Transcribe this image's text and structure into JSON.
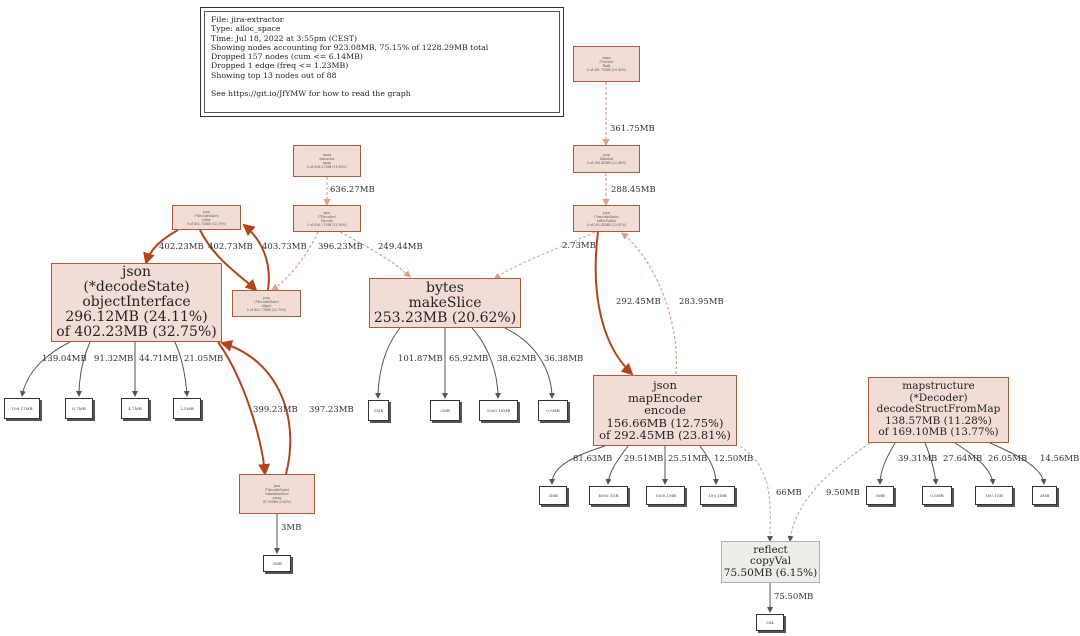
{
  "legend": [
    "File: jira-extractor",
    "Type: alloc_space",
    "Time: Jul 18, 2022 at 3:55pm (CEST)",
    "Showing nodes accounting for 923.08MB, 75.15% of 1228.29MB total",
    "Dropped 157 nodes (cum <= 6.14MB)",
    "Dropped 1 edge (freq <= 1.23MB)",
    "Showing top 13 nodes out of 88",
    "",
    "See https://git.io/JfYMW for how to read the graph"
  ],
  "nodes": {
    "json_object": [
      "json",
      "(*decodeState)",
      "objectInterface",
      "296.12MB (24.11%)",
      "of 402.23MB (32.75%)"
    ],
    "bytes_slice": [
      "bytes",
      "makeSlice",
      "253.23MB (20.62%)"
    ],
    "json_map": [
      "json",
      "mapEncoder",
      "encode",
      "156.66MB (12.75%)",
      "of 292.45MB (23.81%)"
    ],
    "mapstructure": [
      "mapstructure",
      "(*Decoder)",
      "decodeStructFromMap",
      "138.57MB (11.28%)",
      "of 169.10MB (13.77%)"
    ],
    "reflect": [
      "reflect",
      "copyVal",
      "75.50MB (6.15%)"
    ],
    "t_main": [
      "main",
      "extractor",
      "main",
      "0 of 636.27MB (51.80%)"
    ],
    "t_decode": [
      "json",
      "(*Decoder)",
      "Decode",
      "0 of 636.27MB (51.80%)"
    ],
    "t_value": [
      "json",
      "(*decodeState)",
      "value",
      "0 of 402.73MB (32.79%)"
    ],
    "t_object": [
      "json",
      "(*decodeState)",
      "object",
      "0 of 402.73MB (32.79%)"
    ],
    "t_array": [
      "json",
      "(*decodeState)",
      "valueInterface",
      "array",
      "47.00MB (3.83%)"
    ],
    "t_top": [
      "main",
      "(*writer)",
      "flush",
      "0 of 361.75MB (29.45%)"
    ],
    "t_marshal": [
      "json",
      "Marshal",
      "",
      "0 of 288.45MB (23.48%)"
    ],
    "t_reflect": [
      "json",
      "(*encodeState)",
      "reflectValue",
      "0 of 292.45MB (23.81%)"
    ]
  },
  "leaves": [
    "108.11MB",
    "8.7MB",
    "4.7MB",
    "2.5MB",
    "1MB",
    "2MB",
    "1000.10MB",
    "0.5MB",
    "3MB",
    "3MB",
    "4000.1GB",
    "1000.1MB",
    "100.1MB",
    "3MB",
    "0.5MB",
    "160.1GB",
    "3MB",
    "384"
  ],
  "edges": {
    "main_decode": "636.27MB",
    "decode_value": "396.23MB",
    "decode_bytes": "249.44MB",
    "value_obj": "402.23MB",
    "obj_value": "402.73MB",
    "value_object": "403.73MB",
    "top_marshal": "361.75MB",
    "marshal_reflect": "288.45MB",
    "reflect_bytes": "2.73MB",
    "reflect_map": "292.45MB",
    "map_reflect": "283.95MB",
    "obj_array": "399.23MB",
    "array_obj": "397.23MB",
    "array_leaf": "3MB",
    "obj_l1": "139.04MB",
    "obj_l2": "91.32MB",
    "obj_l3": "44.71MB",
    "obj_l4": "21.05MB",
    "bytes_l1": "101.87MB",
    "bytes_l2": "65.92MB",
    "bytes_l3": "38.62MB",
    "bytes_l4": "36.38MB",
    "map_l1": "81.63MB",
    "map_l2": "29.51MB",
    "map_l3": "25.51MB",
    "map_l4": "12.50MB",
    "map_reflectcopy": "66MB",
    "ms_extra": "9.50MB",
    "ms_l1": "39.31MB",
    "ms_l2": "27.64MB",
    "ms_l3": "26.05MB",
    "ms_l4": "14.56MB",
    "reflect_leaf": "75.50MB"
  },
  "colors": {
    "edge_strong": "#b2431a",
    "edge_light": "#d9a08a",
    "edge_gray": "#555555",
    "node_fill": "#f2ddd6",
    "node_border": "#b2593a",
    "gray_fill": "#ededea"
  }
}
